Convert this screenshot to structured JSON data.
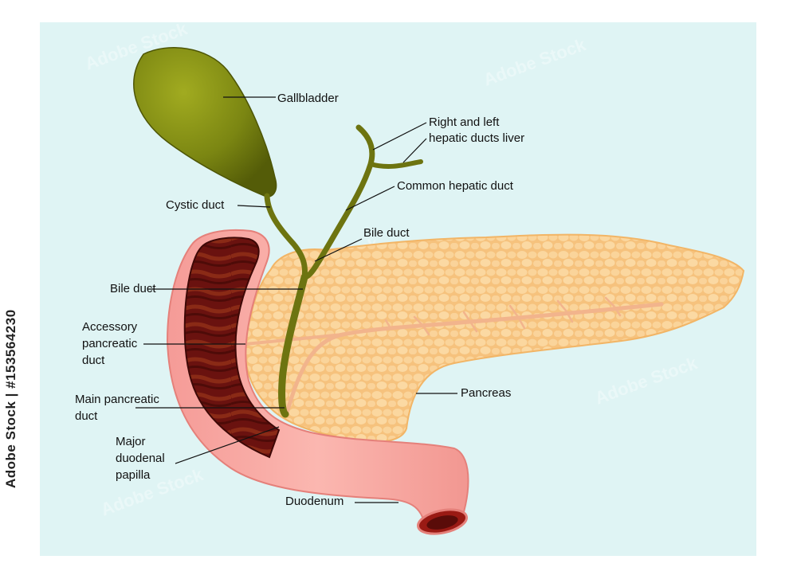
{
  "colors": {
    "background": "#dff4f4",
    "gallbladder": "#7f8a14",
    "duct": "#6d7410",
    "pancreas": "#f9cf8d",
    "pancreatic_duct": "#f3b98a",
    "duodenum": "#f7a8a2",
    "duodenum_interior": "#6e1410"
  },
  "labels": {
    "gallbladder": "Gallbladder",
    "hepatic_ducts": [
      "Right and left",
      "hepatic ducts liver"
    ],
    "common_hepatic_duct": "Common hepatic duct",
    "cystic_duct": "Cystic duct",
    "bile_duct_right": "Bile duct",
    "bile_duct_left": "Bile duct",
    "accessory_duct": [
      "Accessory",
      "pancreatic",
      "duct"
    ],
    "pancreas": "Pancreas",
    "main_duct": [
      "Main pancreatic",
      "duct"
    ],
    "papilla": [
      "Major",
      "duodenal",
      "papilla"
    ],
    "duodenum": "Duodenum"
  },
  "watermark": "Adobe Stock | #153564230"
}
